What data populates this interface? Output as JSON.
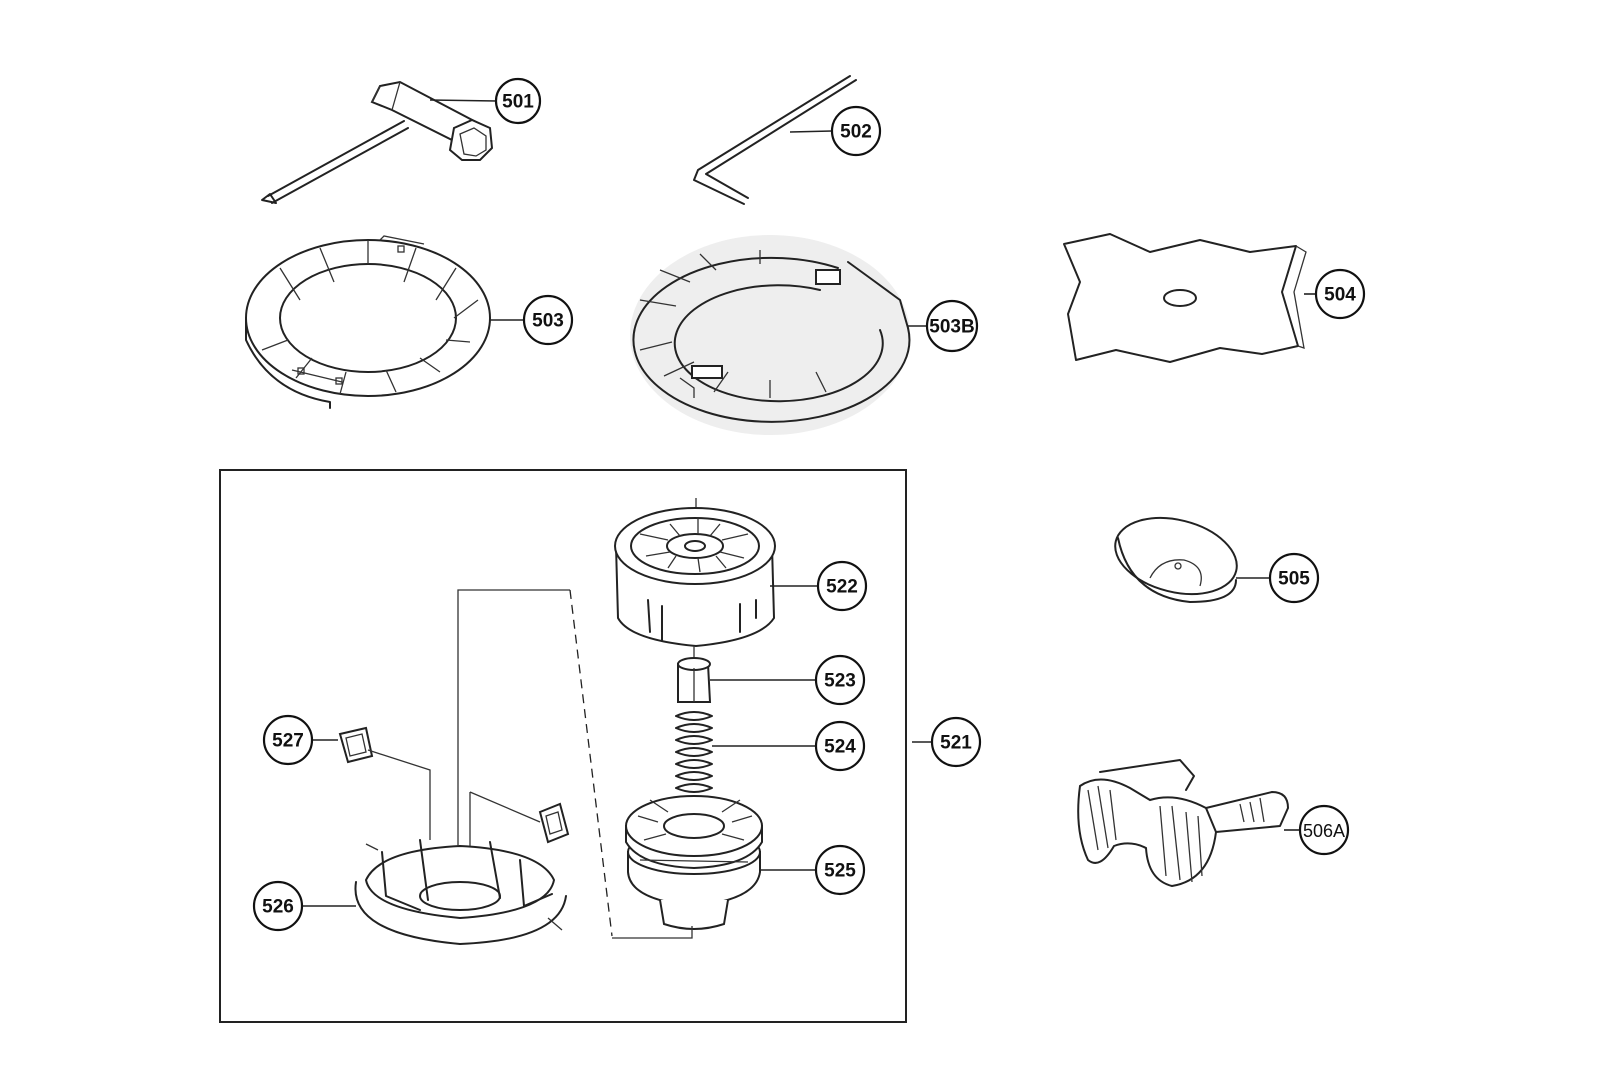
{
  "labels": {
    "p501": "501",
    "p502": "502",
    "p503": "503",
    "p503b": "503B",
    "p504": "504",
    "p505": "505",
    "p506a": "506A",
    "p521": "521",
    "p522": "522",
    "p523": "523",
    "p524": "524",
    "p525": "525",
    "p526": "526",
    "p527": "527"
  }
}
